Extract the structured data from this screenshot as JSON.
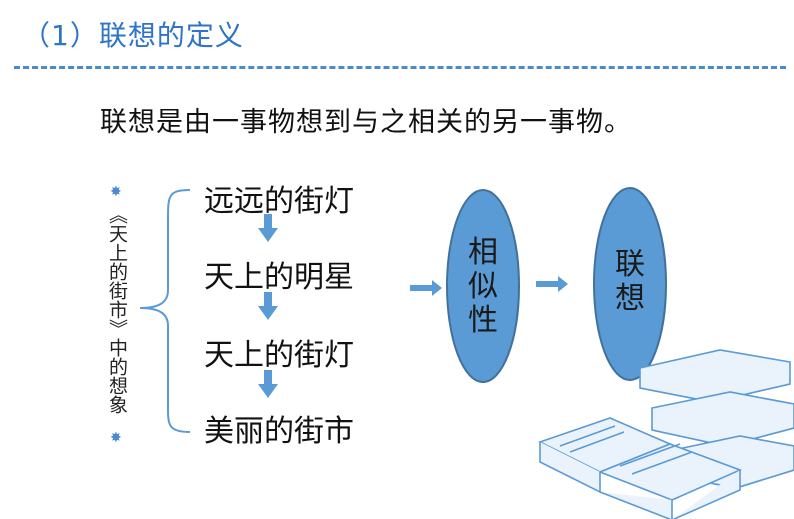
{
  "heading": "（1）联想的定义",
  "definition": "联想是由一事物想到与之相关的另一事物。",
  "side_title": "《天上的街市》中的想象",
  "chain": [
    "远远的街灯",
    "天上的明星",
    "天上的街灯",
    "美丽的街市"
  ],
  "oval_similarity": "相似性",
  "oval_association": "联想",
  "colors": {
    "heading": "#2E74C8",
    "oval_fill": "#5B9BD5",
    "oval_stroke": "#41719C",
    "arrow": "#5B9BD5"
  },
  "icons": [
    "star-icon",
    "down-arrow-icon",
    "right-arrow-icon",
    "books-illustration"
  ]
}
